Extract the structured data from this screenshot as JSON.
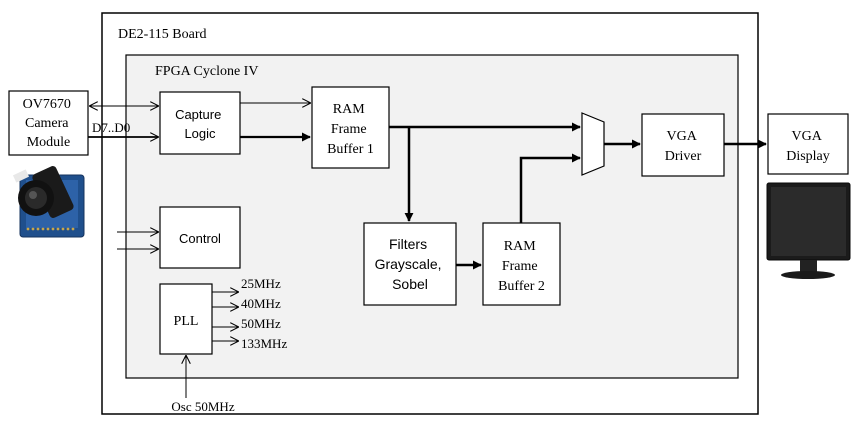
{
  "board": {
    "title": "DE2-115 Board"
  },
  "fpga": {
    "title": "FPGA Cyclone IV"
  },
  "camera": {
    "lines": [
      "OV7670",
      "Camera",
      "Module"
    ],
    "bus_label": "D7..D0"
  },
  "capture": {
    "lines": [
      "Capture",
      "Logic"
    ]
  },
  "ram1": {
    "lines": [
      "RAM",
      "Frame",
      "Buffer  1"
    ]
  },
  "filters": {
    "lines": [
      "Filters",
      "Grayscale,",
      "Sobel"
    ]
  },
  "ram2": {
    "lines": [
      "RAM",
      "Frame",
      "Buffer  2"
    ]
  },
  "vga_driver": {
    "lines": [
      "VGA",
      "Driver"
    ]
  },
  "vga_display": {
    "lines": [
      "VGA",
      "Display"
    ]
  },
  "control": {
    "label": "Control"
  },
  "pll": {
    "label": "PLL",
    "outputs": [
      "25MHz",
      "40MHz",
      "50MHz",
      "133MHz"
    ]
  },
  "osc": {
    "label": "Osc 50MHz"
  },
  "colors": {
    "fpga_fill": "#f2f2f2",
    "stroke": "#000000"
  }
}
